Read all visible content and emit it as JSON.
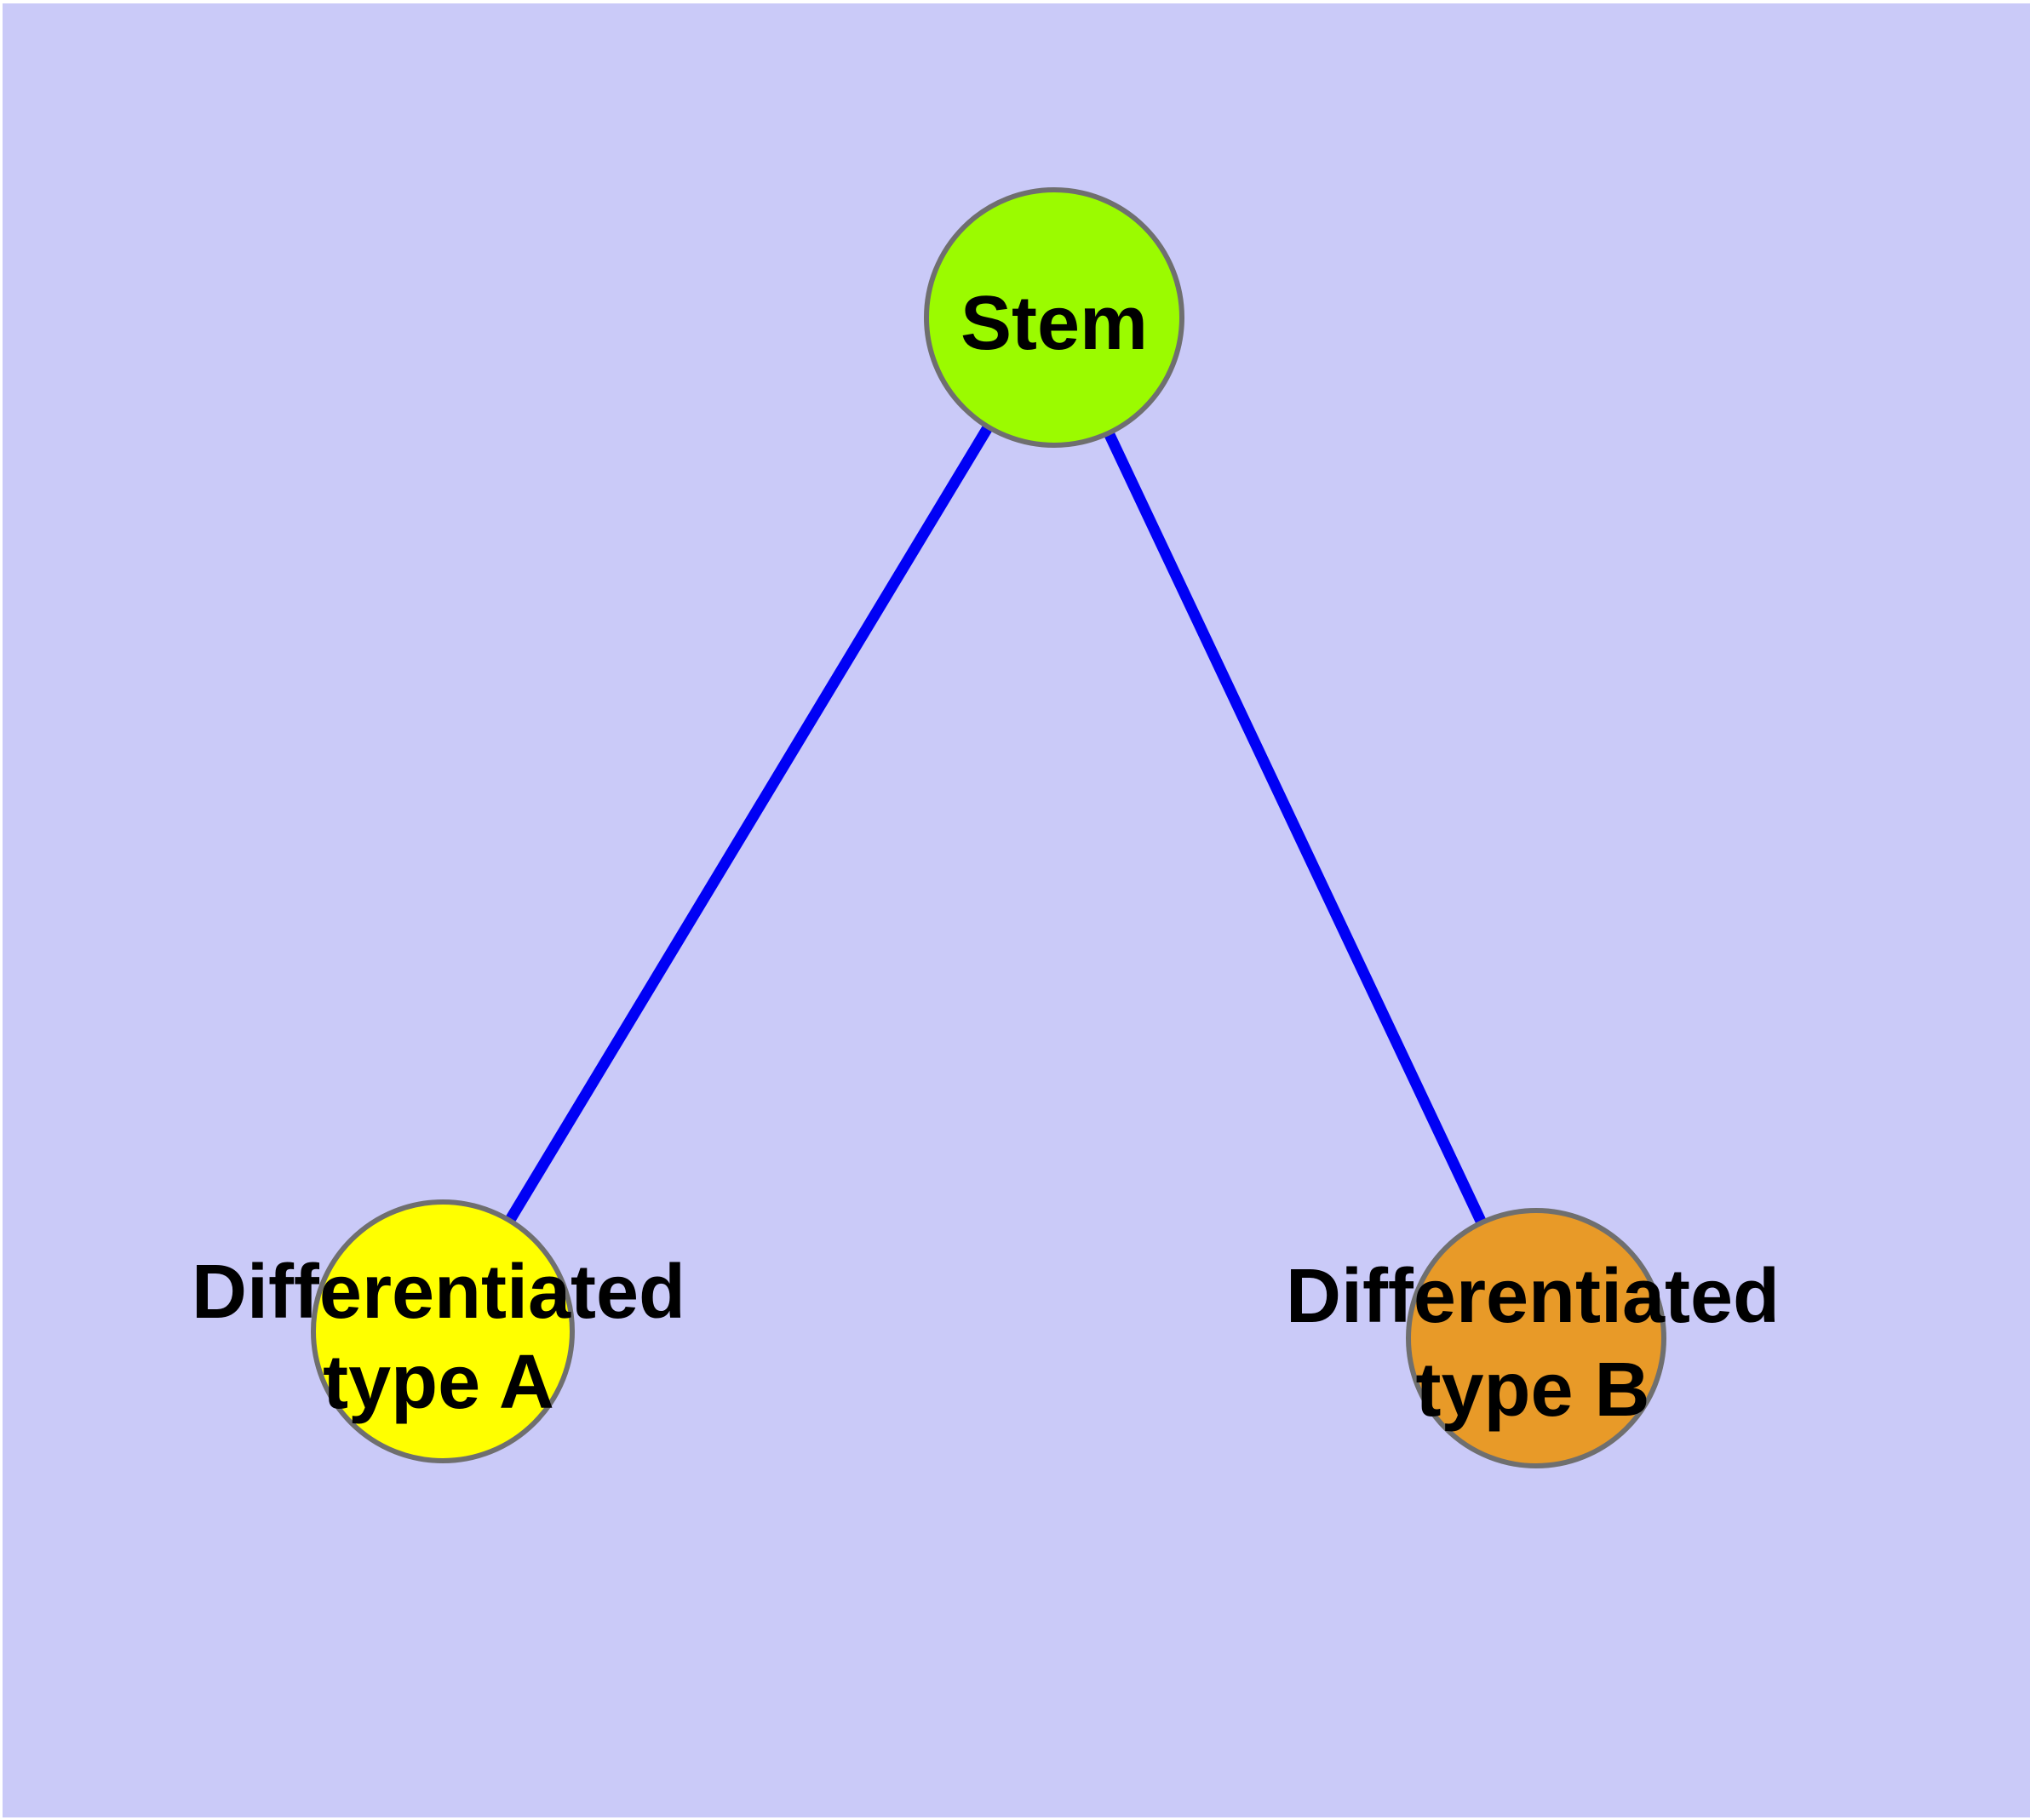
{
  "figure": {
    "type": "node-link-diagram",
    "background_color": "#cacaf8",
    "margin_color": "#ffffff"
  },
  "graph": {
    "edge_color": "#0000f5",
    "node_border_color": "#6f6f6f",
    "label_color": "#000000",
    "nodes": [
      {
        "id": "stem",
        "label": "Stem",
        "fill": "#9bfb00"
      },
      {
        "id": "differentiated-type-a",
        "label_line1": "Differentiated",
        "label_line2": "type A",
        "fill": "#ffff00"
      },
      {
        "id": "differentiated-type-b",
        "label_line1": "Differentiated",
        "label_line2": "type B",
        "fill": "#e89a28"
      }
    ],
    "edges": [
      {
        "from": "Stem",
        "to": "Differentiated type A"
      },
      {
        "from": "Stem",
        "to": "Differentiated type B"
      }
    ]
  }
}
